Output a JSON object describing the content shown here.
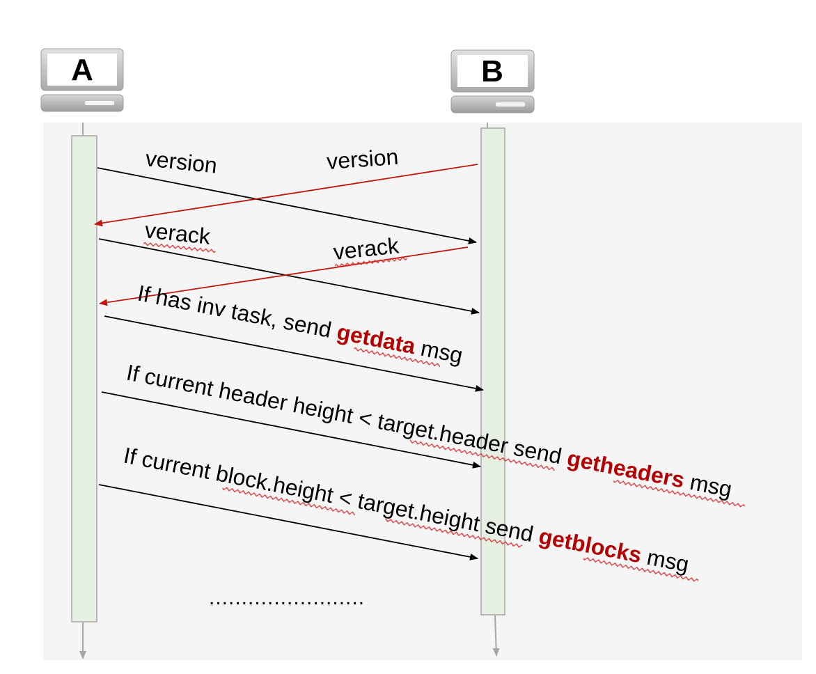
{
  "nodes": {
    "a": {
      "label": "A"
    },
    "b": {
      "label": "B"
    }
  },
  "messages": {
    "m1": {
      "text": "version"
    },
    "m2": {
      "text": "version"
    },
    "m3": {
      "text": "verack"
    },
    "m4": {
      "text": "verack"
    },
    "m5": {
      "pre": "If has inv task, send ",
      "keyword": "getdata",
      "post": " msg"
    },
    "m6": {
      "pre": "If current header height < target.header send ",
      "keyword": "getheaders",
      "post": " msg"
    },
    "m7": {
      "pre": "If current block.height < target.height send ",
      "keyword": "getblocks",
      "post": " msg"
    }
  },
  "continuation": "........................",
  "colors": {
    "panel": "#f5f5f5",
    "activation_fill": "#e6f0e2",
    "activation_stroke": "#a6a6a6",
    "arrow_black": "#000000",
    "arrow_red": "#c0180c",
    "keyword_red": "#b30000",
    "squiggle": "#e03030"
  }
}
